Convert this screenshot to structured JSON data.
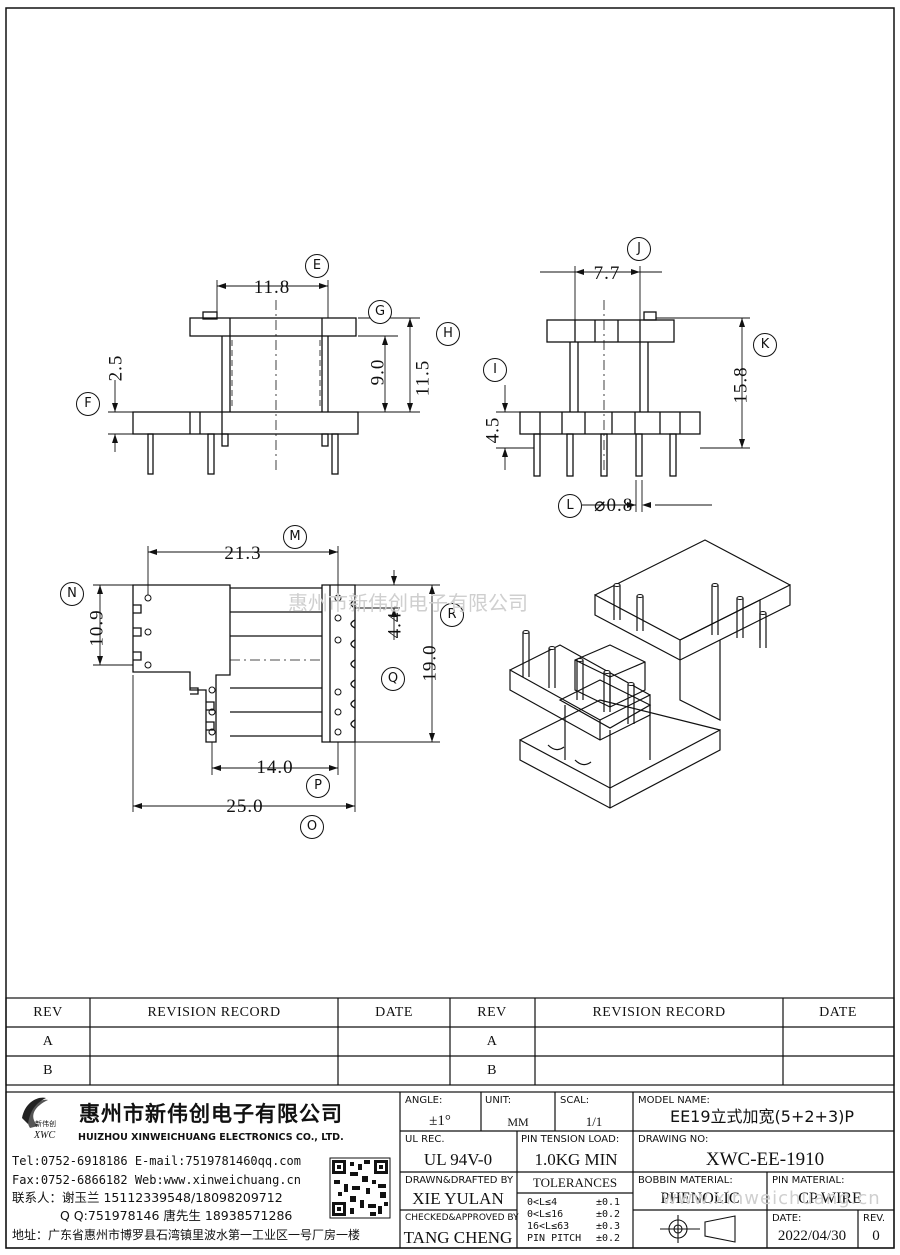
{
  "dimensions": {
    "d11_8": "11.8",
    "d2_5": "2.5",
    "d9_0": "9.0",
    "d11_5": "11.5",
    "d7_7": "7.7",
    "d15_8": "15.8",
    "d4_5": "4.5",
    "d0_8": "⌀0.8",
    "d21_3": "21.3",
    "d10_9": "10.9",
    "d4_4": "4.4",
    "d19_0": "19.0",
    "d14_0": "14.0",
    "d25_0": "25.0"
  },
  "callouts": {
    "E": "E",
    "F": "F",
    "G": "G",
    "H": "H",
    "I": "I",
    "J": "J",
    "K": "K",
    "L": "L",
    "M": "M",
    "N": "N",
    "O": "O",
    "P": "P",
    "Q": "Q",
    "R": "R"
  },
  "watermark": {
    "center_text": "惠州市新伟创电子有限公司",
    "bottom_text": "www.xinweichuang.cn"
  },
  "revision_table": {
    "rev_header": "REV",
    "record_header": "REVISION RECORD",
    "date_header": "DATE",
    "rows": [
      "A",
      "B"
    ]
  },
  "company": {
    "logo_text": "新伟创",
    "logo_sub": "XWC",
    "name_cn": "惠州市新伟创电子有限公司",
    "name_en": "HUIZHOU XINWEICHUANG ELECTRONICS CO., LTD.",
    "tel_line": "Tel:0752-6918186 E-mail:7519781460qq.com",
    "fax_line": "Fax:0752-6866182 Web:www.xinweichuang.cn",
    "contact_line": "联系人：谢玉兰 15112339548/18098209712",
    "qq_line": "Q Q:751978146   唐先生 18938571286",
    "address_line": "地址：广东省惠州市博罗县石湾镇里波水第一工业区一号厂房一楼"
  },
  "title_block": {
    "angle_label": "ANGLE:",
    "angle_value": "±1°",
    "unit_label": "UNIT:",
    "unit_value": "MM",
    "scale_label": "SCAL:",
    "scale_value": "1/1",
    "model_label": "MODEL NAME:",
    "model_value": "EE19立式加宽(5+2+3)P",
    "ul_label": "UL REC.",
    "ul_value": "UL 94V-0",
    "pin_tension_label": "PIN TENSION LOAD:",
    "pin_tension_value": "1.0KG MIN",
    "drawing_no_label": "DRAWING NO:",
    "drawing_no_value": "XWC-EE-1910",
    "drawn_label": "DRAWN&DRAFTED BY",
    "drawn_value": "XIE YULAN",
    "tolerances_label": "TOLERANCES",
    "tol_rows": [
      {
        "range": "0<L≤4",
        "tol": "±0.1"
      },
      {
        "range": "0<L≤16",
        "tol": "±0.2"
      },
      {
        "range": "16<L≤63",
        "tol": "±0.3"
      },
      {
        "range": "PIN PITCH",
        "tol": "±0.2"
      }
    ],
    "bobbin_label": "BOBBIN MATERIAL:",
    "bobbin_value": "PHENOLIC",
    "pin_material_label": "PIN MATERIAL:",
    "pin_material_value": "CP WIRE",
    "checked_label": "CHECKED&APPROVED BY",
    "checked_value": "TANG CHENG",
    "date_label": "DATE:",
    "date_value": "2022/04/30",
    "rev_label": "REV.",
    "rev_value": "0"
  }
}
